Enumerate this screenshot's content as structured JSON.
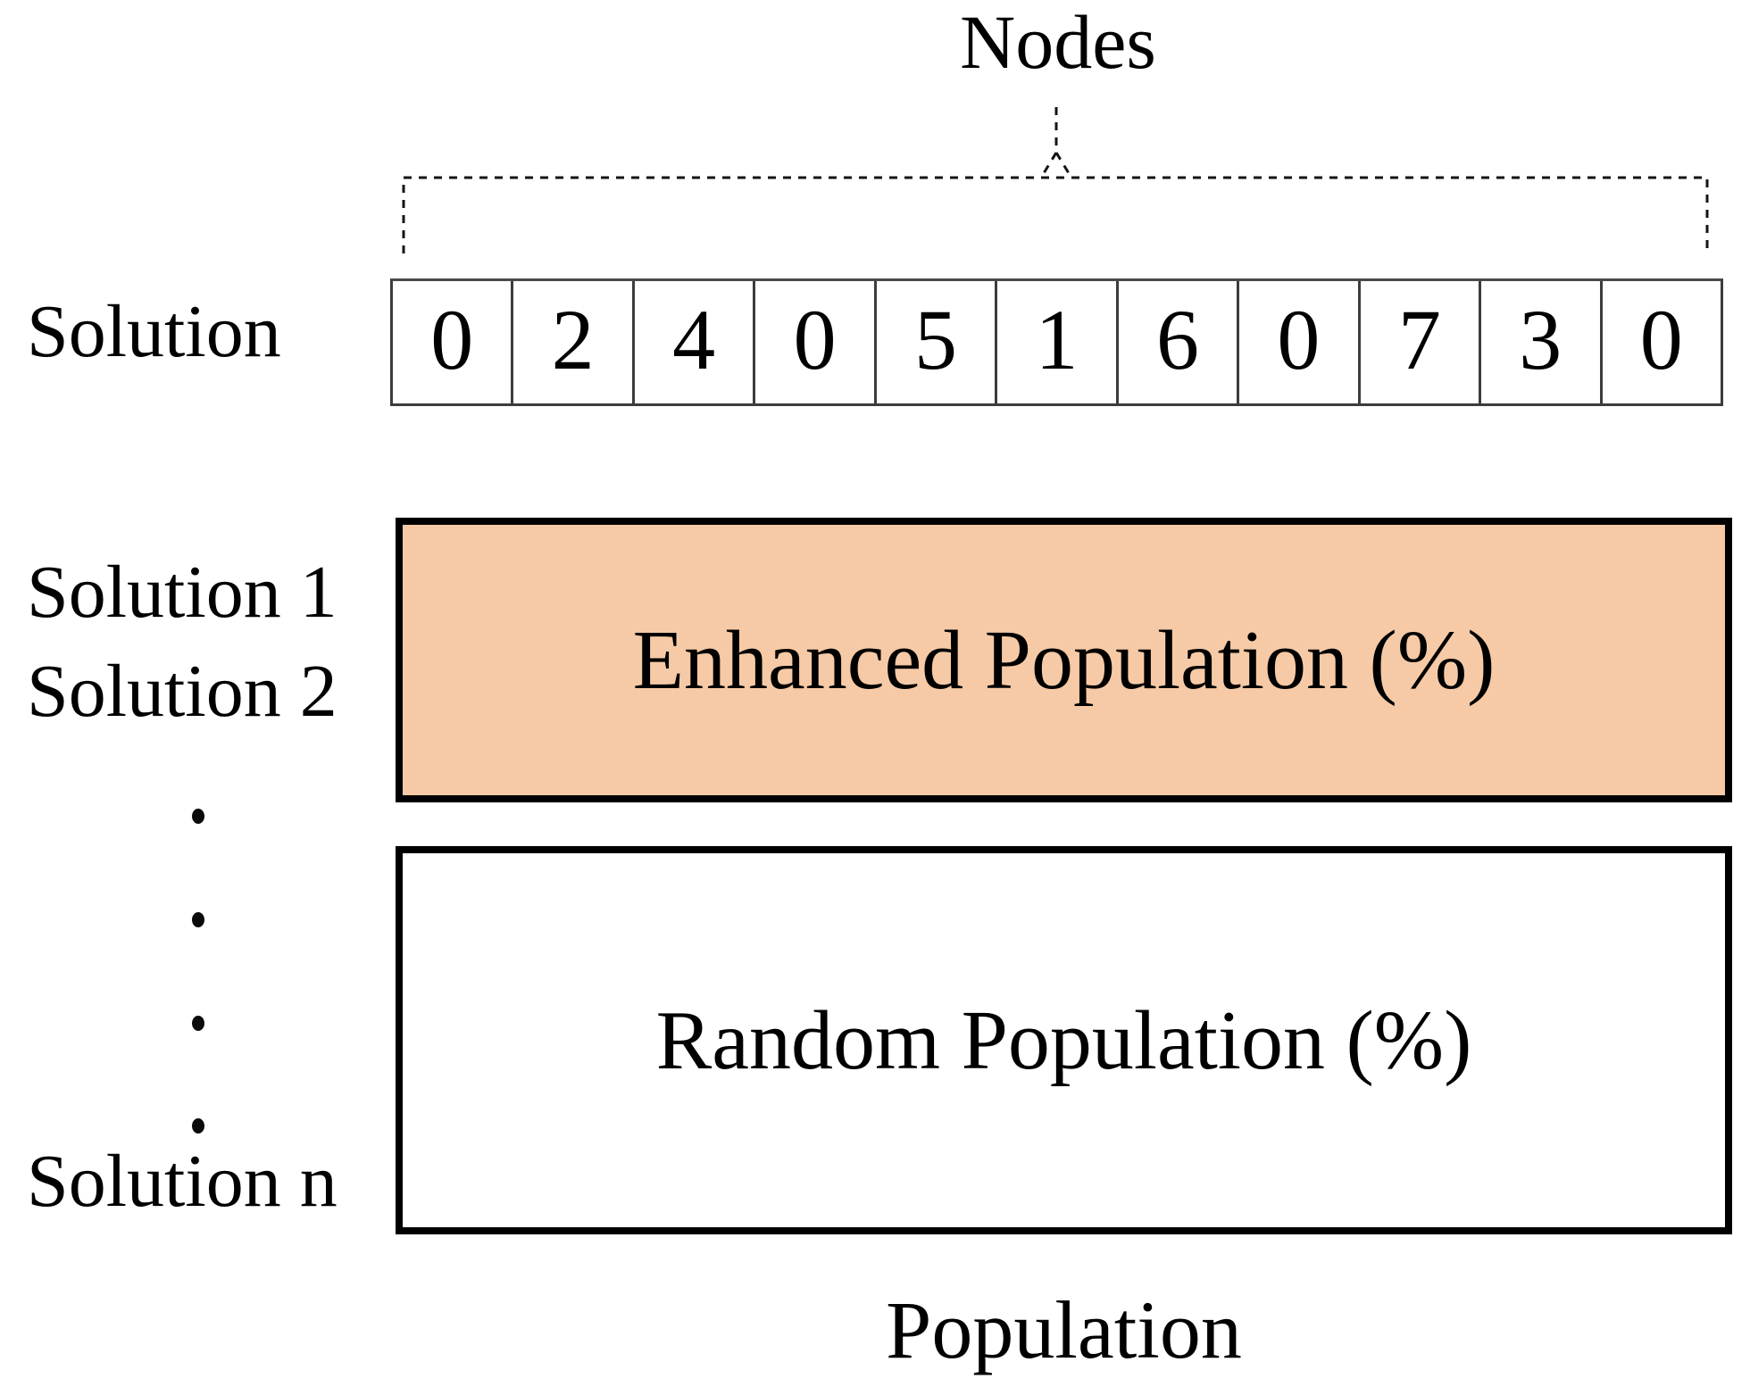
{
  "nodes_label": "Nodes",
  "solution_row": {
    "label": "Solution",
    "cells": [
      "0",
      "2",
      "4",
      "0",
      "5",
      "1",
      "6",
      "0",
      "7",
      "3",
      "0"
    ]
  },
  "population": {
    "left_labels": {
      "solution1": "Solution 1",
      "solution2": "Solution 2",
      "solution_n": "Solution n"
    },
    "enhanced_box": {
      "label": "Enhanced Population (%)",
      "fill": "#f6caa6"
    },
    "random_box": {
      "label": "Random Population (%)",
      "fill": "#ffffff"
    },
    "caption": "Population"
  }
}
